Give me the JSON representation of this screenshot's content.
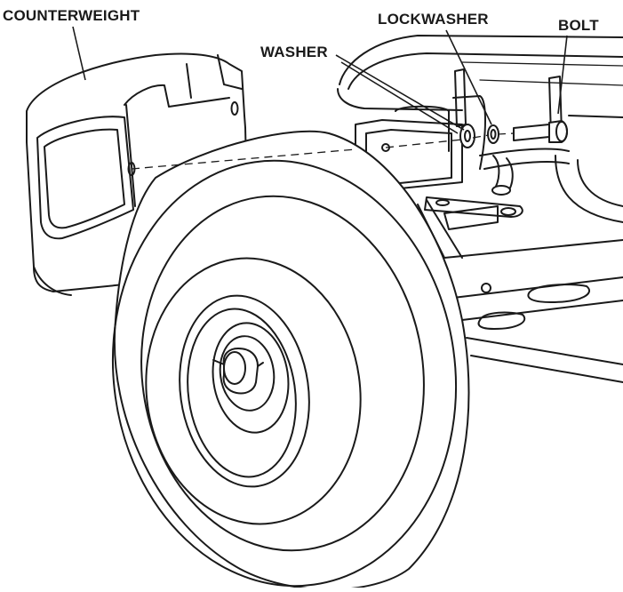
{
  "labels": {
    "counterweight": "COUNTERWEIGHT",
    "lockwasher": "LOCKWASHER",
    "bolt": "BOLT",
    "washer": "WASHER"
  },
  "colors": {
    "ink": "#1a1a1a",
    "background": "#ffffff"
  }
}
